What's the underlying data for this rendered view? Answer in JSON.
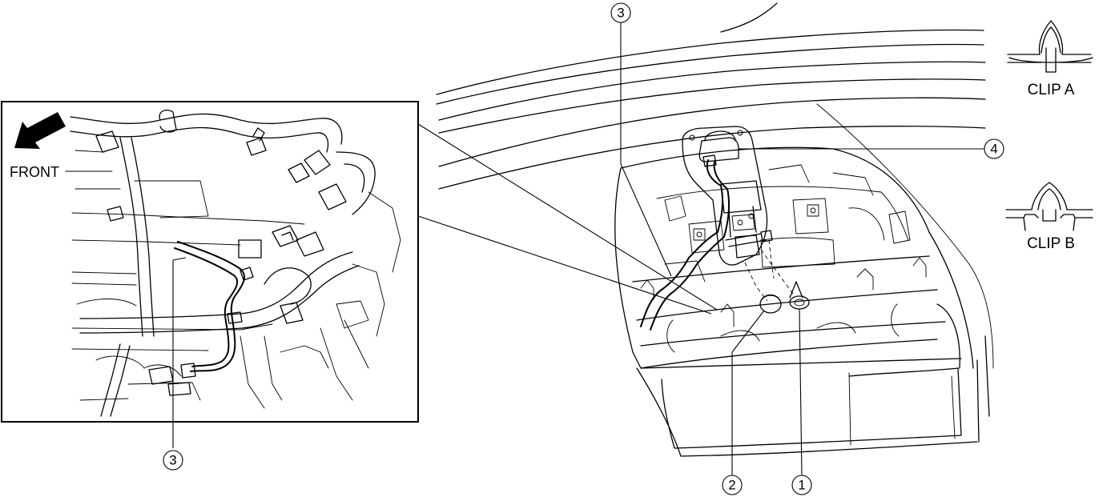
{
  "inset": {
    "front_label": "FRONT",
    "callout_3": "3"
  },
  "main": {
    "callout_1": "1",
    "callout_2": "2",
    "callout_3": "3",
    "callout_4": "4"
  },
  "clips": {
    "clip_a_label": "CLIP A",
    "clip_b_label": "CLIP B"
  }
}
